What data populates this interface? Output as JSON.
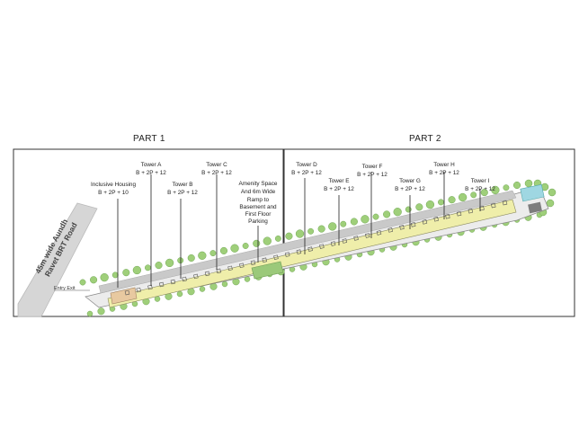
{
  "parts": {
    "part1": "PART 1",
    "part2": "PART 2"
  },
  "road": {
    "line1": "45m wide Aundh",
    "line2": "Ravet BRT Road"
  },
  "entry_exit": "Entry Exit",
  "labels": [
    {
      "id": "inclusive",
      "name": "Inclusive Housing",
      "spec": "B + 2P + 10"
    },
    {
      "id": "tower-a",
      "name": "Tower A",
      "spec": "B + 2P + 12"
    },
    {
      "id": "tower-b",
      "name": "Tower B",
      "spec": "B + 2P + 12"
    },
    {
      "id": "tower-c",
      "name": "Tower  C",
      "spec": "B + 2P + 12"
    },
    {
      "id": "amenity",
      "lines": [
        "Amenity Space",
        "And 6m Wide",
        "Ramp to",
        "Basement and",
        "First Floor",
        "Parking"
      ]
    },
    {
      "id": "tower-d",
      "name": "Tower D",
      "spec": "B + 2P + 12"
    },
    {
      "id": "tower-e",
      "name": "Tower E",
      "spec": "B + 2P + 12"
    },
    {
      "id": "tower-f",
      "name": "Tower F",
      "spec": "B + 2P + 12"
    },
    {
      "id": "tower-g",
      "name": "Tower G",
      "spec": "B + 2P + 12"
    },
    {
      "id": "tower-h",
      "name": "Tower H",
      "spec": "B + 2P + 12"
    },
    {
      "id": "tower-i",
      "name": "Tower I",
      "spec": "B + 2P + 12"
    }
  ],
  "colors": {
    "building": "#efeeaa",
    "road_band": "#bdbdbd",
    "trees": "#9fcf7a",
    "amenity": "#9bc97a",
    "pool": "#9fd7e2",
    "frame": "#333333"
  }
}
